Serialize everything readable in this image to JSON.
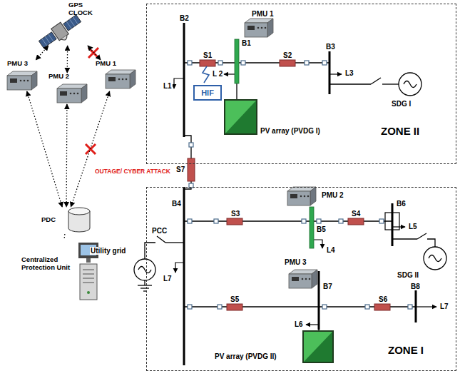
{
  "diagram": {
    "nodes": [
      {
        "text": [
          "GPS CLOCK"
        ]
      },
      {
        "text": [
          "PMU 3"
        ]
      },
      {
        "text": [
          "PMU 2"
        ]
      },
      {
        "text": [
          "PMU 1"
        ]
      },
      {
        "text": [
          "PDC"
        ]
      },
      {
        "text": [
          "Centralized Protection Unit"
        ]
      },
      {
        "text": [
          "ZONE II"
        ]
      },
      {
        "text": [
          "HIF"
        ],
        "in": 6
      },
      {
        "text": [
          "ZONE I"
        ]
      }
    ],
    "edges": [
      {
        "from": 0,
        "to": 1,
        "arrow": "both"
      },
      {
        "from": 0,
        "to": 2,
        "arrow": "both"
      },
      {
        "from": 0,
        "to": 3,
        "arrow": "both"
      },
      {
        "from": 1,
        "to": 4,
        "arrow": "both"
      },
      {
        "from": 2,
        "to": 4,
        "arrow": "both"
      },
      {
        "from": 3,
        "to": 4,
        "arrow": "both"
      },
      {
        "from": 4,
        "to": 5,
        "arrow": "none"
      }
    ],
    "labels": [
      "OUTAGE/ CYBER ATTACK",
      "B2",
      "S1",
      "PMU 1",
      "B1",
      "S2",
      "B3",
      "L1",
      "L 2",
      "L3",
      "SDG I",
      "PV array (PVDG I)",
      "S7",
      "B4",
      "S3",
      "PMU 2",
      "B5",
      "S4",
      "B6",
      "L4",
      "L5",
      "PCC",
      "Utility grid",
      "SDG II",
      "L7",
      "PMU 3",
      "B7",
      "S5",
      "S6",
      "B8",
      "L7",
      "L6",
      "PV array (PVDG II)"
    ]
  }
}
